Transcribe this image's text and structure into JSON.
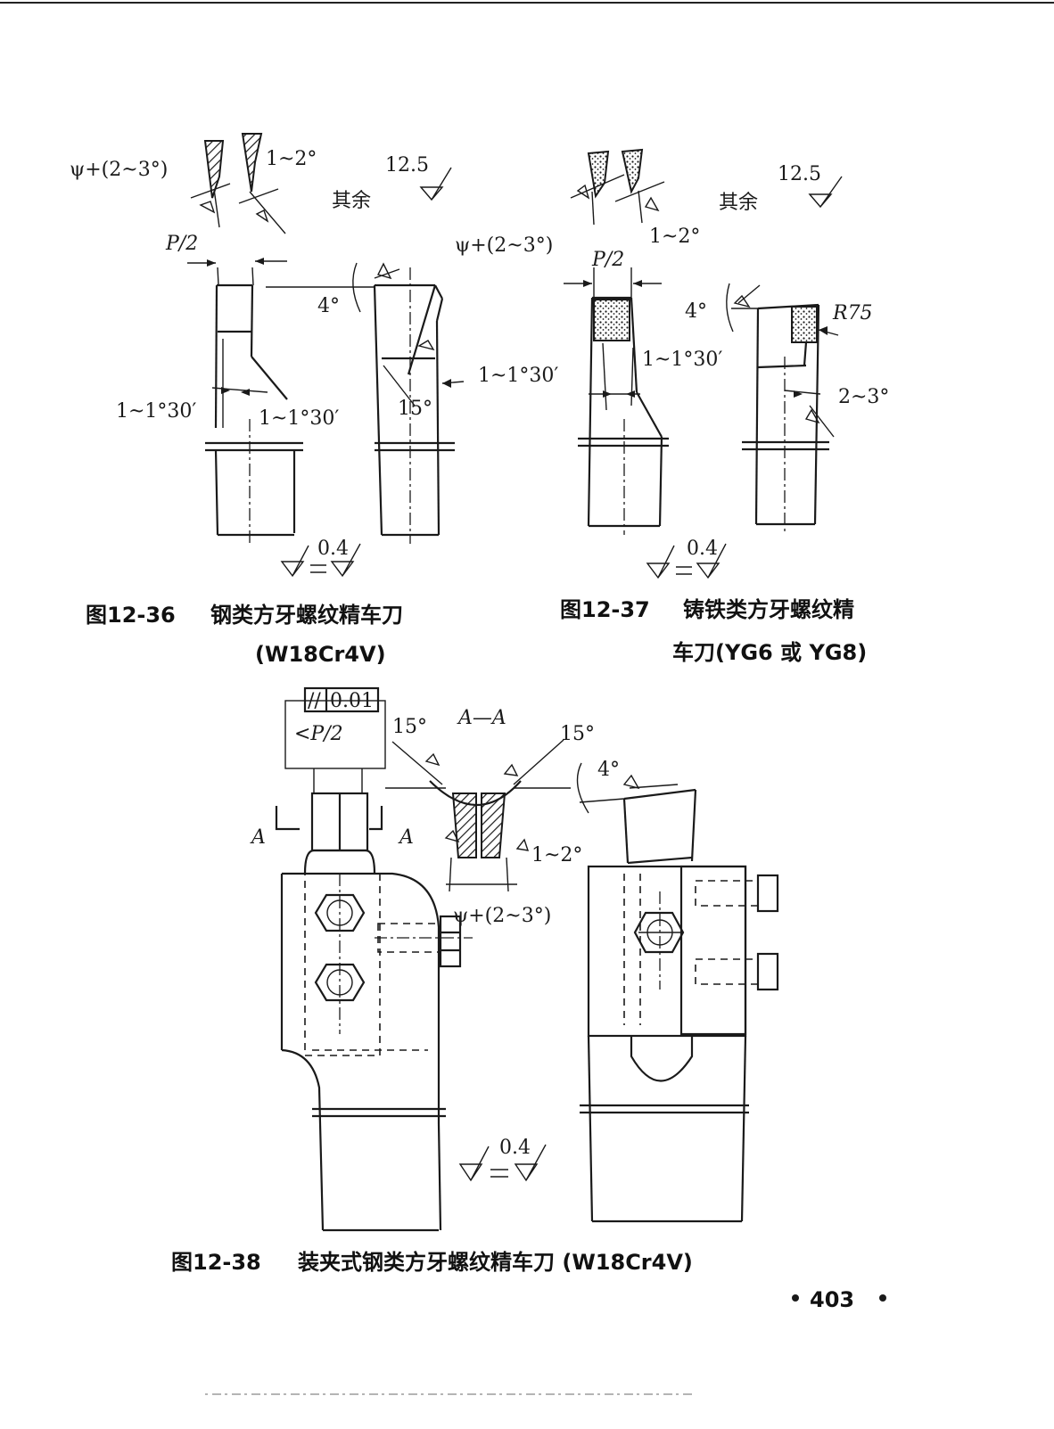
{
  "fig36": {
    "caption_num": "图12-36",
    "caption_title": "钢类方牙螺纹精车刀",
    "caption_material": "(W18Cr4V)",
    "angle_side_clearance": "ψ+(2~3°)",
    "angle_side": "1~2°",
    "other_label": "其余",
    "roughness_other": "12.5",
    "half_pitch": "P/2",
    "angle_4": "4°",
    "angle_15": "15°",
    "angle_taper_left": "1~1°30′",
    "angle_taper_right": "1~1°30′",
    "angle_taper_side": "1~1°30′",
    "roughness_fine": "0.4"
  },
  "fig37": {
    "caption_num": "图12-37",
    "caption_title_line1": "铸铁类方牙螺纹精",
    "caption_title_line2": "车刀(YG6 或 YG8)",
    "angle_side_clearance": "ψ+(2~3°)",
    "angle_side": "1~2°",
    "other_label": "其余",
    "roughness_other": "12.5",
    "half_pitch": "P/2",
    "angle_4": "4°",
    "radius": "R75",
    "angle_taper": "1~1°30′",
    "angle_2_3": "2~3°",
    "roughness_fine": "0.4"
  },
  "fig38": {
    "caption_num": "图12-38",
    "caption_title": "装夹式钢类方牙螺纹精车刀 (W18Cr4V)",
    "tolerance": "0.01",
    "tolerance_symbol": "//",
    "less_than_half_pitch": "<P/2",
    "section_label": "A—A",
    "section_mark_1": "A",
    "section_mark_2": "A",
    "angle_15_left": "15°",
    "angle_15_right": "15°",
    "angle_4": "4°",
    "angle_side": "1~2°",
    "angle_side_clearance": "ψ+(2~3°)",
    "roughness_fine": "0.4"
  },
  "page_number": "403"
}
